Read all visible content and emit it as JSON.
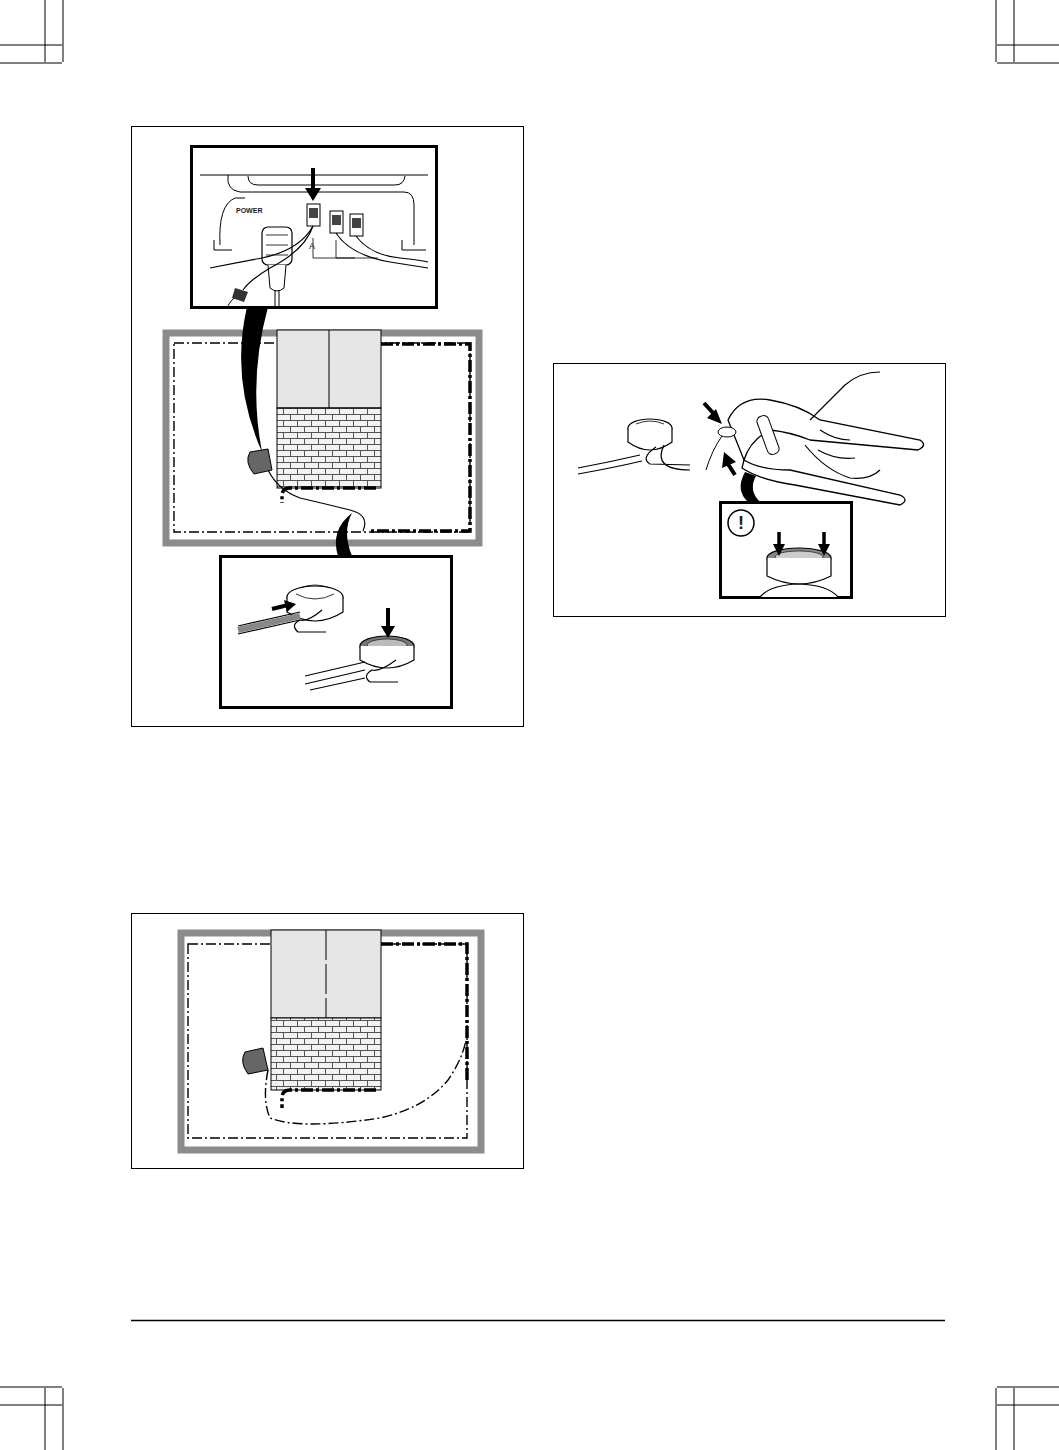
{
  "diagram": {
    "labels": [
      "POWER",
      "A",
      "!"
    ]
  }
}
